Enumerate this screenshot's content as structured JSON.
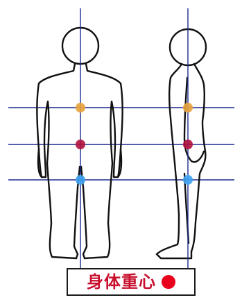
{
  "caption": {
    "label": "身体重心",
    "marker_color": "#e8001c"
  },
  "colors": {
    "guide_line": "#1b2a8f",
    "outline": "#111111",
    "upper_point": "#e8a23c",
    "center_of_gravity": "#b0103c",
    "lower_point": "#3ea3f2"
  },
  "views": [
    "front-view",
    "side-view"
  ],
  "points": [
    {
      "name": "upper-point",
      "color_key": "upper_point"
    },
    {
      "name": "center-of-gravity-point",
      "color_key": "center_of_gravity"
    },
    {
      "name": "lower-point",
      "color_key": "lower_point"
    }
  ]
}
